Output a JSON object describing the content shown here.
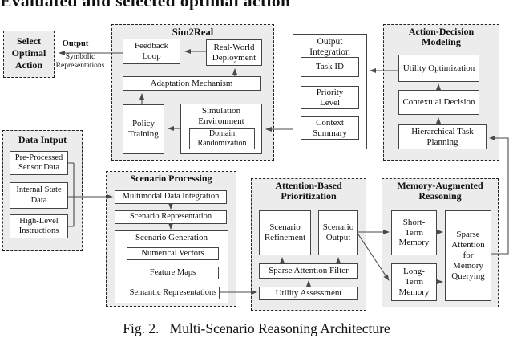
{
  "figure": {
    "top_text": "Evaluated and selected optimal action",
    "caption": "Fig. 2.   Multi-Scenario Reasoning Architecture"
  },
  "connector_labels": {
    "output": "Output",
    "symbolic_representations": "Symbolic Representations"
  },
  "sections": {
    "select_optimal_action": "Select Optimal Action",
    "sim2real": {
      "title": "Sim2Real",
      "feedback_loop": "Feedback Loop",
      "real_world_deployment": "Real-World Deployment",
      "adaptation_mechanism": "Adaptation Mechanism",
      "policy_training": "Policy Training",
      "simulation_environment": "Simulation Environment",
      "domain_randomization": "Domain Randomization"
    },
    "data_input": {
      "title": "Data Intput",
      "pre_processed_sensor_data": "Pre-Processed Sensor Data",
      "internal_state_data": "Internal State Data",
      "high_level_instructions": "High-Level Instructions"
    },
    "output_integration": {
      "title": "Output Integration",
      "task_id": "Task ID",
      "priority_level": "Priority Level",
      "context_summary": "Context Summary"
    },
    "action_decision_modeling": {
      "title": "Action-Decision Modeling",
      "utility_optimization": "Utility Optimization",
      "contextual_decision": "Contextual Decision",
      "hierarchical_task_planning": "Hierarchical Task Planning"
    },
    "scenario_processing": {
      "title": "Scenario Processing",
      "multimodal_data_integration": "Multimodal Data Integration",
      "scenario_representation": "Scenario Representation",
      "scenario_generation": "Scenario Generation",
      "numerical_vectors": "Numerical Vectors",
      "feature_maps": "Feature Maps",
      "semantic_representations": "Semantic Representations"
    },
    "attention_based_prioritization": {
      "title": "Attention-Based Prioritization",
      "scenario_refinement": "Scenario Refinement",
      "scenario_output": "Scenario Output",
      "sparse_attention_filter": "Sparse Attention Filter",
      "utility_assessment": "Utility Assessment"
    },
    "memory_augmented_reasoning": {
      "title": "Memory-Augmented Reasoning",
      "short_term_memory": "Short-Term Memory",
      "long_term_memory": "Long-Term Memory",
      "sparse_attention_for_memory_querying": "Sparse Attention for Memory Querying"
    }
  },
  "colors": {
    "section_fill": "#ececec",
    "box_fill": "#ffffff",
    "line": "#4a4a4a",
    "border": "#444444"
  }
}
